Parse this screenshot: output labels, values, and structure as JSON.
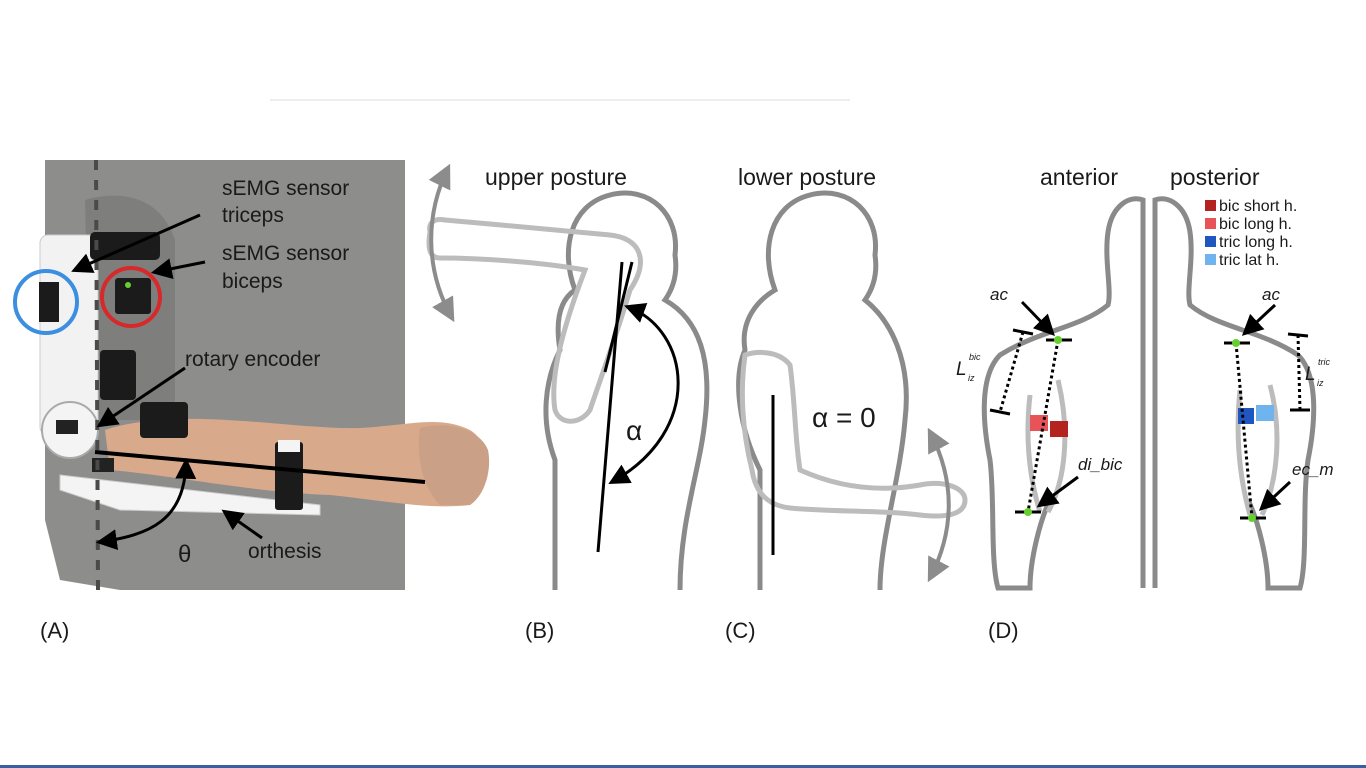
{
  "panels": {
    "a": {
      "label": "(A)",
      "annotations": {
        "triceps_line1": "sEMG sensor",
        "triceps_line2": "triceps",
        "biceps_line1": "sEMG sensor",
        "biceps_line2": "biceps",
        "encoder": "rotary encoder",
        "orthesis": "orthesis",
        "theta": "θ"
      },
      "colors": {
        "circle_triceps": "#3b8ee0",
        "circle_biceps": "#d8282a",
        "shirt": "#8d8d8b",
        "skin": "#d9a98c"
      }
    },
    "b": {
      "label": "(B)",
      "title": "upper posture",
      "angle": "α"
    },
    "c": {
      "label": "(C)",
      "title": "lower posture",
      "angle": "α = 0"
    },
    "d": {
      "label": "(D)",
      "title_anterior": "anterior",
      "title_posterior": "posterior",
      "legend": [
        {
          "text": "bic short h.",
          "color": "#b3231f"
        },
        {
          "text": "bic long h.",
          "color": "#e8535a"
        },
        {
          "text": "tric long h.",
          "color": "#1f56c0"
        },
        {
          "text": "tric lat h.",
          "color": "#6fb4ee"
        }
      ],
      "marks": {
        "ac_left": "ac",
        "ac_right": "ac",
        "di_bic": "di_bic",
        "ec_m": "ec_m",
        "l_base": "L",
        "l_sub": "iz",
        "l_sup_left": "bic",
        "l_sup_right": "tric"
      }
    }
  },
  "colors": {
    "outline": "#8a8a8a",
    "outline_light": "#b8b8b8",
    "arrow_gray": "#8c8c8c",
    "black": "#000000",
    "marker_green": "#66d12e"
  }
}
